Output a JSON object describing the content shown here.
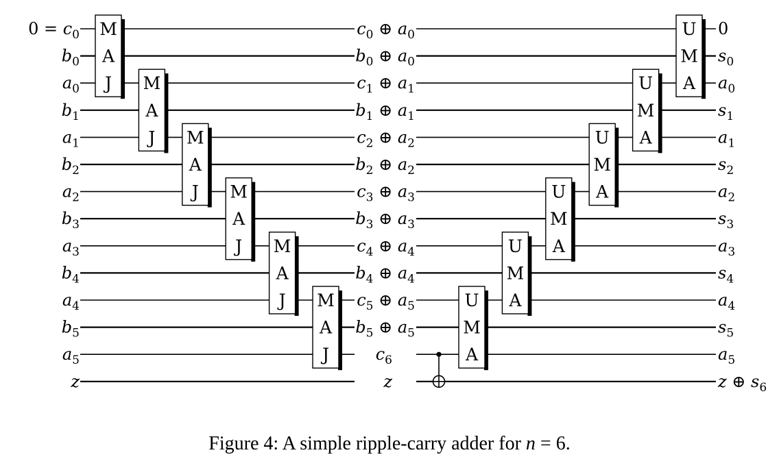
{
  "diagram": {
    "left_input_labels": [
      {
        "prefix": "0 = ",
        "base": "c",
        "sub": "0"
      },
      {
        "prefix": "",
        "base": "b",
        "sub": "0"
      },
      {
        "prefix": "",
        "base": "a",
        "sub": "0"
      },
      {
        "prefix": "",
        "base": "b",
        "sub": "1"
      },
      {
        "prefix": "",
        "base": "a",
        "sub": "1"
      },
      {
        "prefix": "",
        "base": "b",
        "sub": "2"
      },
      {
        "prefix": "",
        "base": "a",
        "sub": "2"
      },
      {
        "prefix": "",
        "base": "b",
        "sub": "3"
      },
      {
        "prefix": "",
        "base": "a",
        "sub": "3"
      },
      {
        "prefix": "",
        "base": "b",
        "sub": "4"
      },
      {
        "prefix": "",
        "base": "a",
        "sub": "4"
      },
      {
        "prefix": "",
        "base": "b",
        "sub": "5"
      },
      {
        "prefix": "",
        "base": "a",
        "sub": "5"
      },
      {
        "prefix": "",
        "base": "z",
        "sub": ""
      }
    ],
    "middle_labels": [
      {
        "a": "c",
        "as": "0",
        "b": "a",
        "bs": "0"
      },
      {
        "a": "b",
        "as": "0",
        "b": "a",
        "bs": "0"
      },
      {
        "a": "c",
        "as": "1",
        "b": "a",
        "bs": "1"
      },
      {
        "a": "b",
        "as": "1",
        "b": "a",
        "bs": "1"
      },
      {
        "a": "c",
        "as": "2",
        "b": "a",
        "bs": "2"
      },
      {
        "a": "b",
        "as": "2",
        "b": "a",
        "bs": "2"
      },
      {
        "a": "c",
        "as": "3",
        "b": "a",
        "bs": "3"
      },
      {
        "a": "b",
        "as": "3",
        "b": "a",
        "bs": "3"
      },
      {
        "a": "c",
        "as": "4",
        "b": "a",
        "bs": "4"
      },
      {
        "a": "b",
        "as": "4",
        "b": "a",
        "bs": "4"
      },
      {
        "a": "c",
        "as": "5",
        "b": "a",
        "bs": "5"
      },
      {
        "a": "b",
        "as": "5",
        "b": "a",
        "bs": "5"
      },
      {
        "a": "c",
        "as": "6",
        "b": "",
        "bs": ""
      },
      {
        "a": "z",
        "as": "",
        "b": "",
        "bs": ""
      }
    ],
    "output_labels": [
      {
        "base": "0",
        "sub": "",
        "italic": false
      },
      {
        "base": "s",
        "sub": "0",
        "italic": true
      },
      {
        "base": "a",
        "sub": "0",
        "italic": true
      },
      {
        "base": "s",
        "sub": "1",
        "italic": true
      },
      {
        "base": "a",
        "sub": "1",
        "italic": true
      },
      {
        "base": "s",
        "sub": "2",
        "italic": true
      },
      {
        "base": "a",
        "sub": "2",
        "italic": true
      },
      {
        "base": "s",
        "sub": "3",
        "italic": true
      },
      {
        "base": "a",
        "sub": "3",
        "italic": true
      },
      {
        "base": "s",
        "sub": "4",
        "italic": true
      },
      {
        "base": "a",
        "sub": "4",
        "italic": true
      },
      {
        "base": "s",
        "sub": "5",
        "italic": true
      },
      {
        "base": "a",
        "sub": "5",
        "italic": true
      },
      {
        "base": "z ⊕ s",
        "sub": "6",
        "italic": true
      }
    ],
    "xor_symbol": "⊕",
    "maj_letters": [
      "M",
      "A",
      "J"
    ],
    "uma_letters": [
      "U",
      "M",
      "A"
    ],
    "maj_gates": [
      {
        "index": 0,
        "top_wire": 0
      },
      {
        "index": 1,
        "top_wire": 2
      },
      {
        "index": 2,
        "top_wire": 4
      },
      {
        "index": 3,
        "top_wire": 6
      },
      {
        "index": 4,
        "top_wire": 8
      },
      {
        "index": 5,
        "top_wire": 10
      }
    ],
    "uma_gates": [
      {
        "index": 5,
        "top_wire": 10
      },
      {
        "index": 4,
        "top_wire": 8
      },
      {
        "index": 3,
        "top_wire": 6
      },
      {
        "index": 2,
        "top_wire": 4
      },
      {
        "index": 1,
        "top_wire": 2
      },
      {
        "index": 0,
        "top_wire": 0
      }
    ],
    "cnot": {
      "control_wire": 12,
      "target_wire": 13
    }
  },
  "caption": {
    "prefix": "Figure 4:  A simple ripple-carry adder for ",
    "var": "n",
    "suffix": " = 6."
  }
}
